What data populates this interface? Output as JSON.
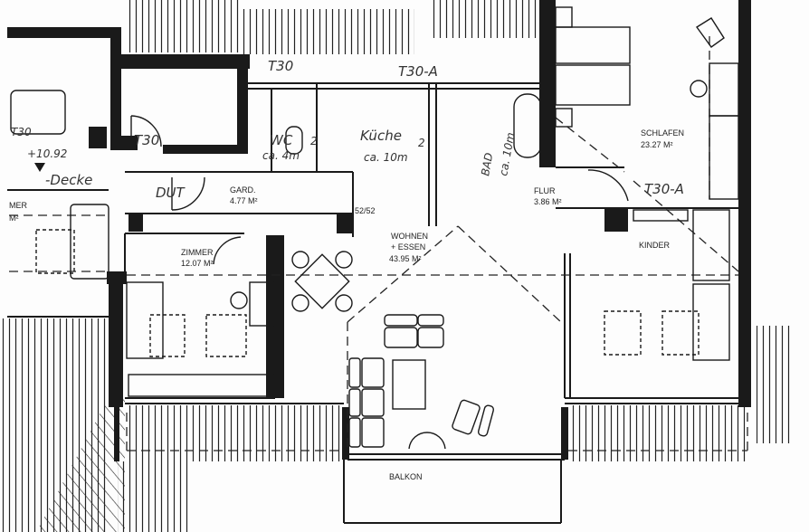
{
  "rooms": {
    "gard": {
      "name": "GARD.",
      "area": "4.77 M²"
    },
    "zimmer": {
      "name": "ZIMMER",
      "area": "12.07 M²"
    },
    "wohnen": {
      "name1": "WOHNEN",
      "name2": "+ ESSEN",
      "area": "43.95 M²"
    },
    "flur": {
      "name": "FLUR",
      "area": "3.86 M²"
    },
    "schlafen": {
      "name": "SCHLAFEN",
      "area": "23.27 M²"
    },
    "kinder": {
      "name": "KINDER"
    },
    "balkon": {
      "name": "BALKON"
    },
    "left_partial": {
      "name": "MER",
      "area": "M²"
    }
  },
  "handwritten": {
    "wc": "WC",
    "wc_area": "ca. 4m",
    "kueche": "Küche",
    "kueche_area": "ca. 10m",
    "bad": "BAD",
    "bad_area": "ca. 10m",
    "sup2": "2",
    "t30_top": "T30",
    "t30_a": "T30-A",
    "t30_left": "T30",
    "t30_left2": "T30",
    "t30_a_right": "T30-A",
    "dut": "DUT",
    "level": "+10.92",
    "decke": "-Decke",
    "ratio": "52/52"
  },
  "colors": {
    "ink": "#1a1a1a",
    "paper": "#fdfdfd"
  }
}
